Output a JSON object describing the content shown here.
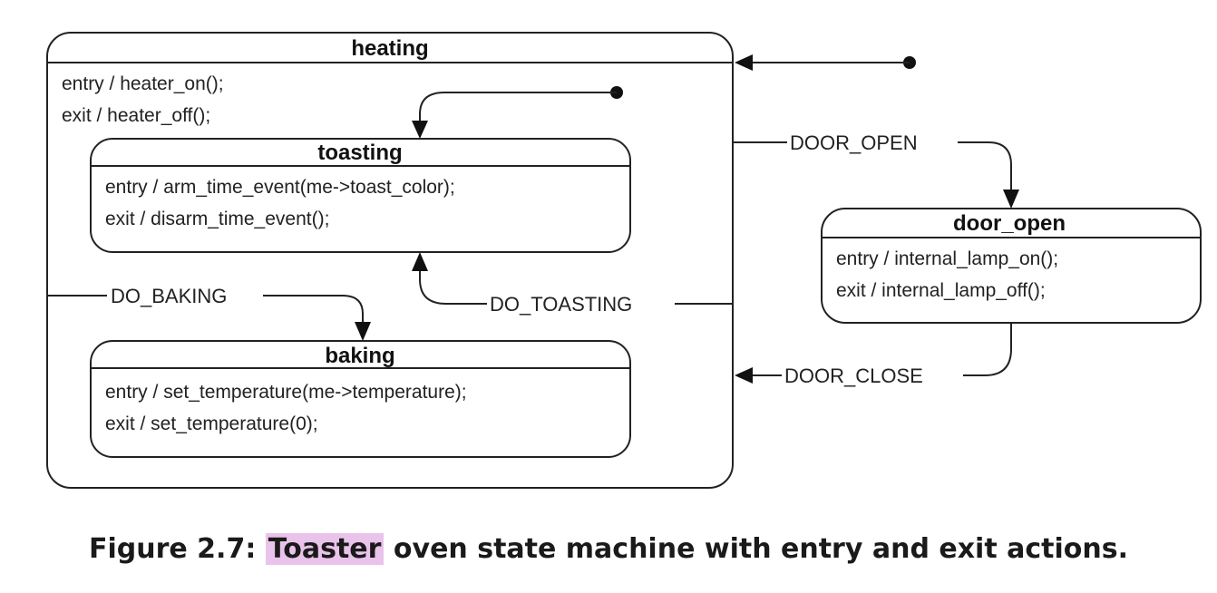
{
  "states": {
    "heating": {
      "name": "heating",
      "entry": "entry / heater_on();",
      "exit": "exit / heater_off();"
    },
    "toasting": {
      "name": "toasting",
      "entry": "entry / arm_time_event(me->toast_color);",
      "exit": "exit / disarm_time_event();"
    },
    "baking": {
      "name": "baking",
      "entry": "entry / set_temperature(me->temperature);",
      "exit": "exit / set_temperature(0);"
    },
    "door_open": {
      "name": "door_open",
      "entry": "entry / internal_lamp_on();",
      "exit": "exit / internal_lamp_off();"
    }
  },
  "transitions": {
    "door_open_event": "DOOR_OPEN",
    "door_close_event": "DOOR_CLOSE",
    "do_baking_event": "DO_BAKING",
    "do_toasting_event": "DO_TOASTING"
  },
  "caption": {
    "prefix": "Figure 2.7: ",
    "highlight": "Toaster",
    "rest": " oven state machine with entry and exit actions."
  }
}
